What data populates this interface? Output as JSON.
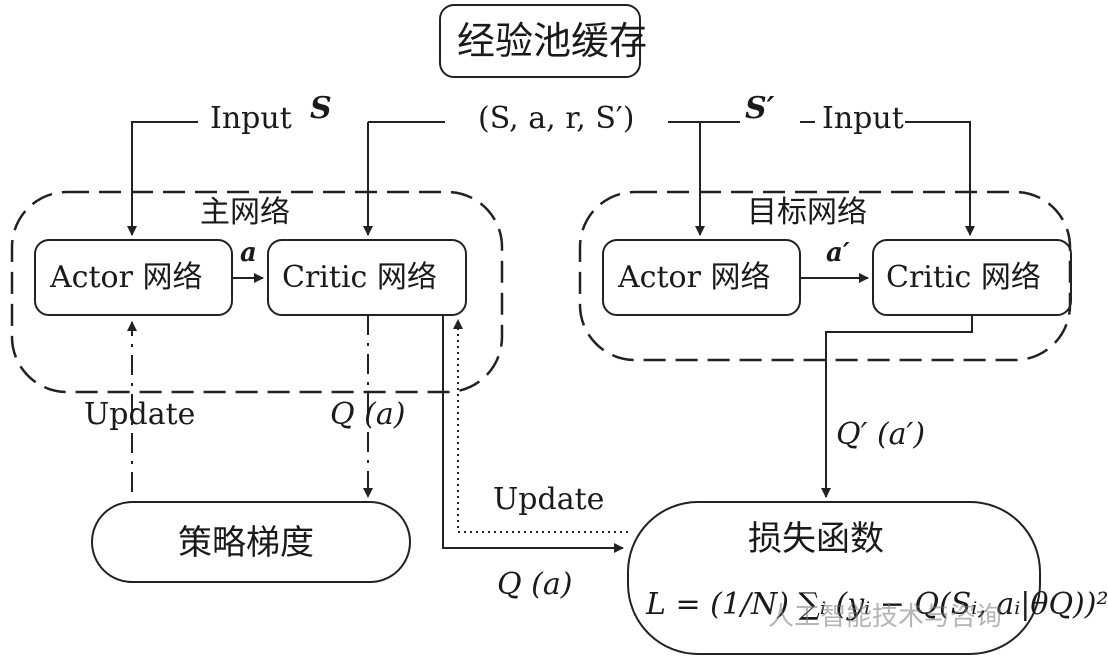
{
  "title": "经验池缓存",
  "tuple": "(S, a, r, S′)",
  "input_left_label": "Input",
  "input_left_state": "S",
  "input_right_state": "S′",
  "input_right_label": "Input",
  "main_network_label": "主网络",
  "target_network_label": "目标网络",
  "main_actor": "Actor 网络",
  "main_critic": "Critic 网络",
  "target_actor": "Actor 网络",
  "target_critic": "Critic 网络",
  "action_main": "a",
  "action_target": "a′",
  "update_actor": "Update",
  "q_main": "Q (a)",
  "q_target": "Q′ (a′)",
  "update_critic": "Update",
  "policy_gradient": "策略梯度",
  "q_to_loss": "Q (a)",
  "loss_title": "损失函数",
  "loss_formula": "L = (1/N) ∑ᵢ (yᵢ − Q(Sᵢ, aᵢ|θQ))²",
  "watermark": "人工智能技术与咨询"
}
